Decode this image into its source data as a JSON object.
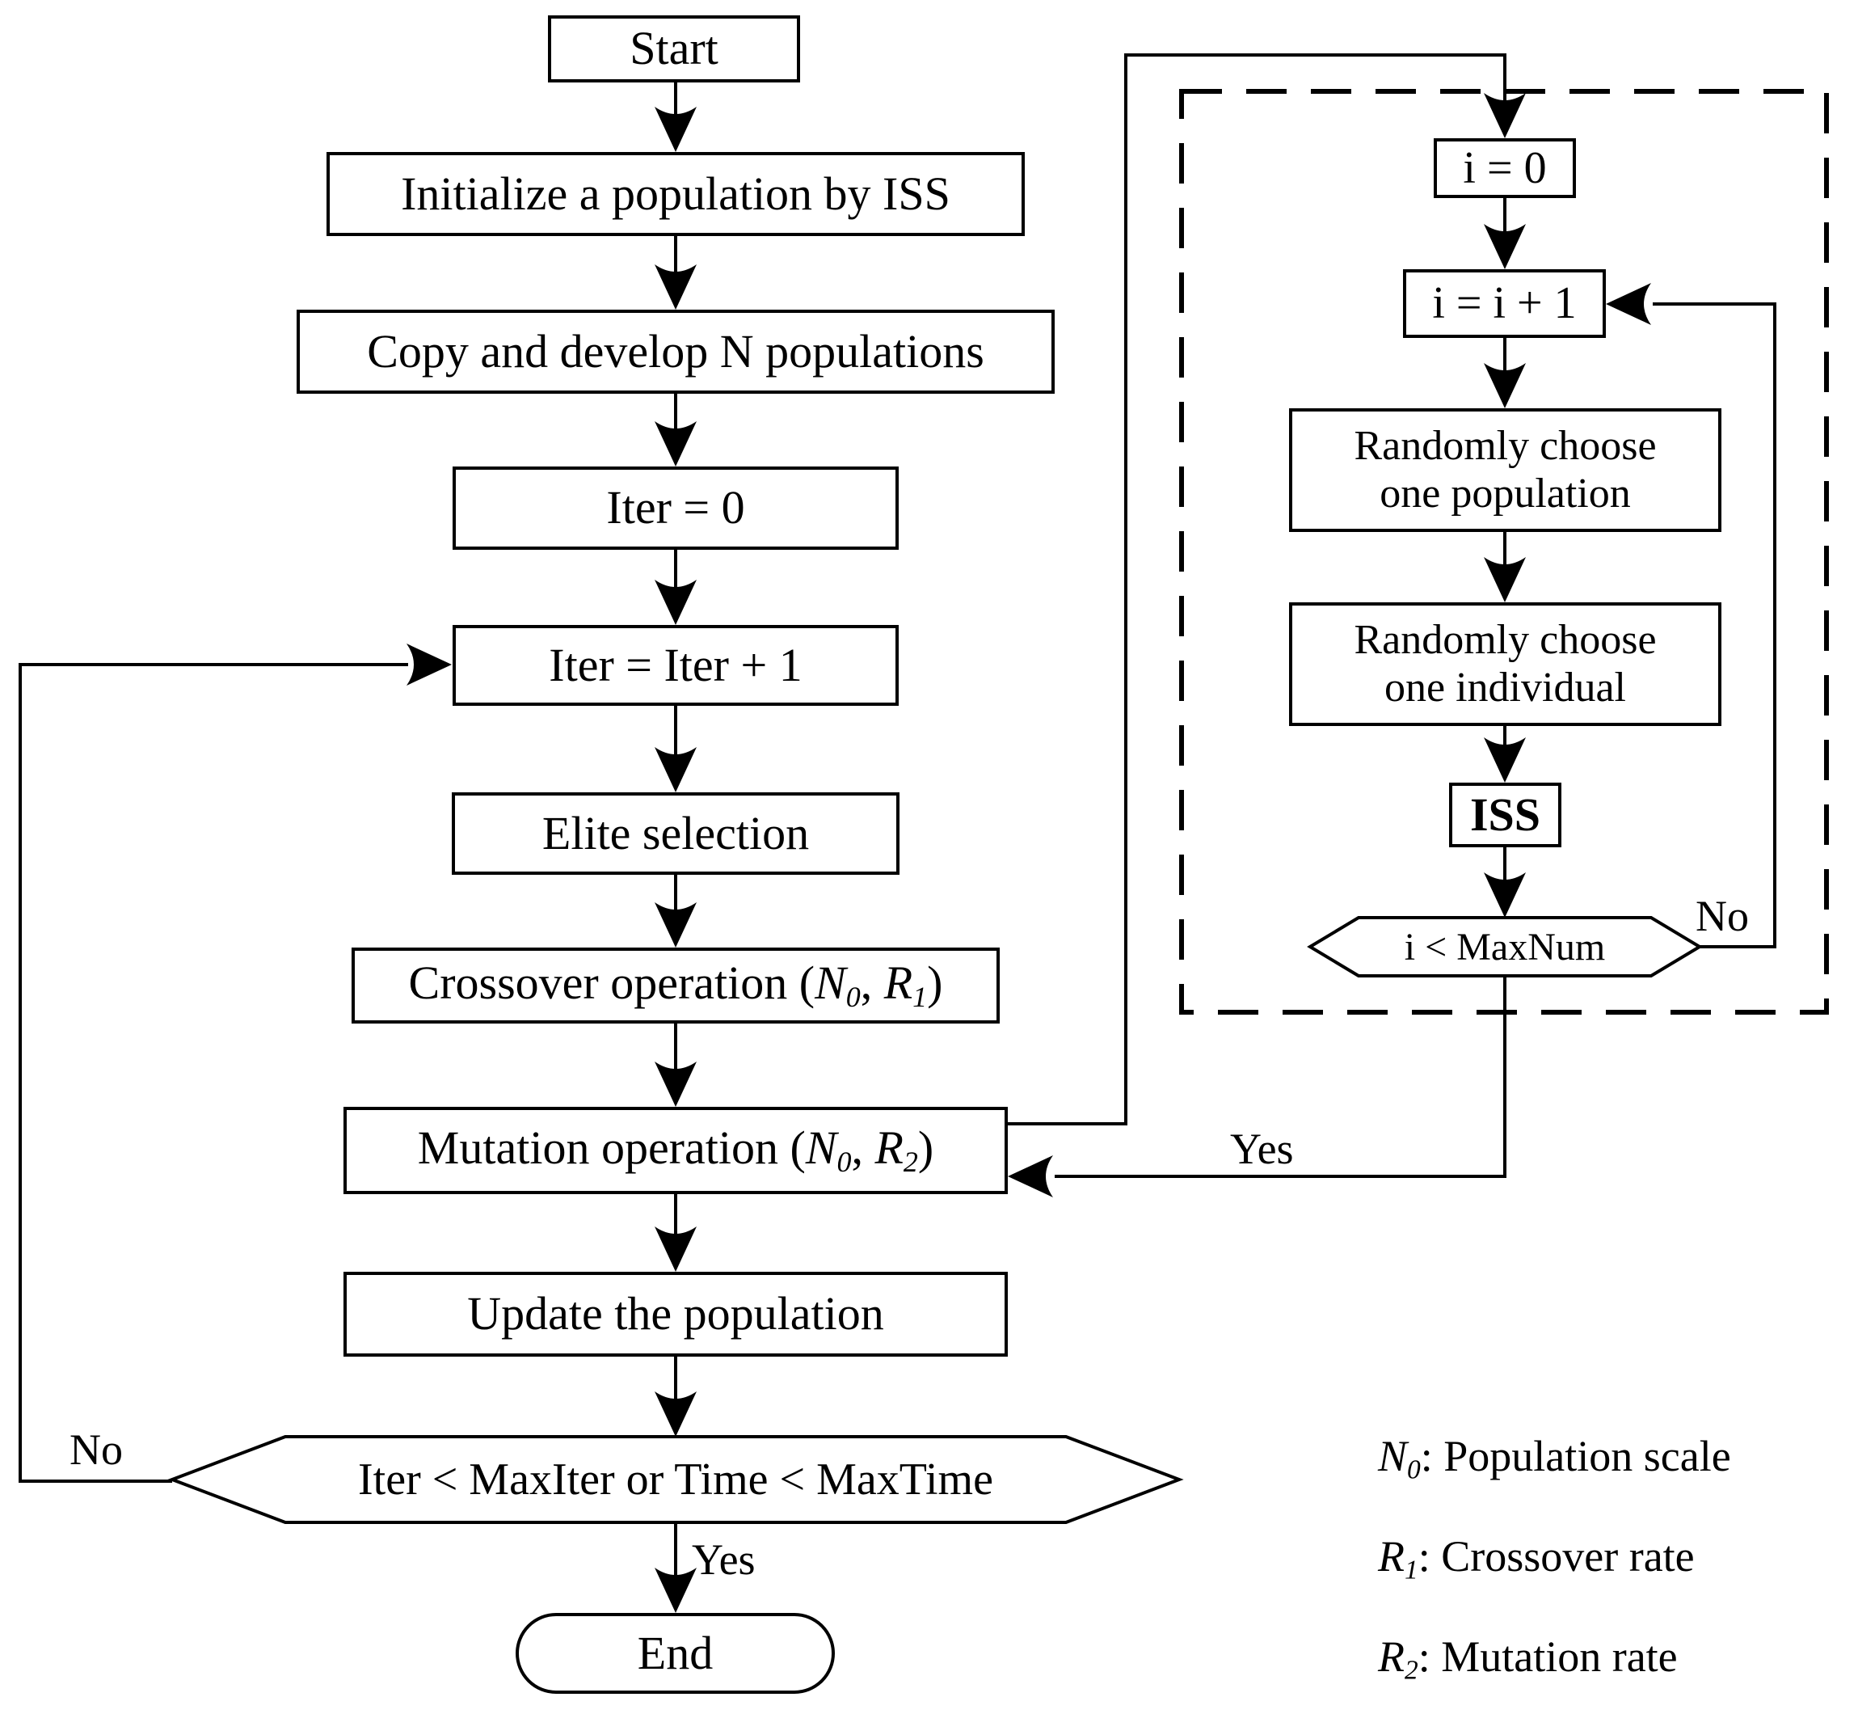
{
  "colors": {
    "ink": "#000000",
    "background": "#ffffff"
  },
  "flowchart": {
    "main": {
      "start": "Start",
      "init": "Initialize a population by ISS",
      "copy": "Copy and develop N populations",
      "iter0": "Iter = 0",
      "iterinc": "Iter = Iter + 1",
      "elite": "Elite selection",
      "crossover": {
        "pre": "Crossover operation (",
        "v1": "N",
        "s1": "0",
        "mid": ", ",
        "v2": "R",
        "s2": "1",
        "post": ")"
      },
      "mutation": {
        "pre": "Mutation operation (",
        "v1": "N",
        "s1": "0",
        "mid": ", ",
        "v2": "R",
        "s2": "2",
        "post": ")"
      },
      "update": "Update the population",
      "decision": "Iter < MaxIter or Time < MaxTime",
      "end": "End"
    },
    "sub": {
      "i0": "i = 0",
      "iinc": "i = i + 1",
      "rpop": {
        "line1": "Randomly choose",
        "line2": "one population"
      },
      "rind": {
        "line1": "Randomly choose",
        "line2": "one individual"
      },
      "iss": "ISS",
      "decision": "i < MaxNum"
    },
    "labels": {
      "no_main": "No",
      "yes_main": "Yes",
      "no_sub": "No",
      "yes_sub": "Yes"
    },
    "legend": [
      {
        "v": "N",
        "s": "0",
        "text": ": Population scale"
      },
      {
        "v": "R",
        "s": "1",
        "text": ": Crossover rate"
      },
      {
        "v": "R",
        "s": "2",
        "text": ": Mutation rate"
      }
    ]
  }
}
